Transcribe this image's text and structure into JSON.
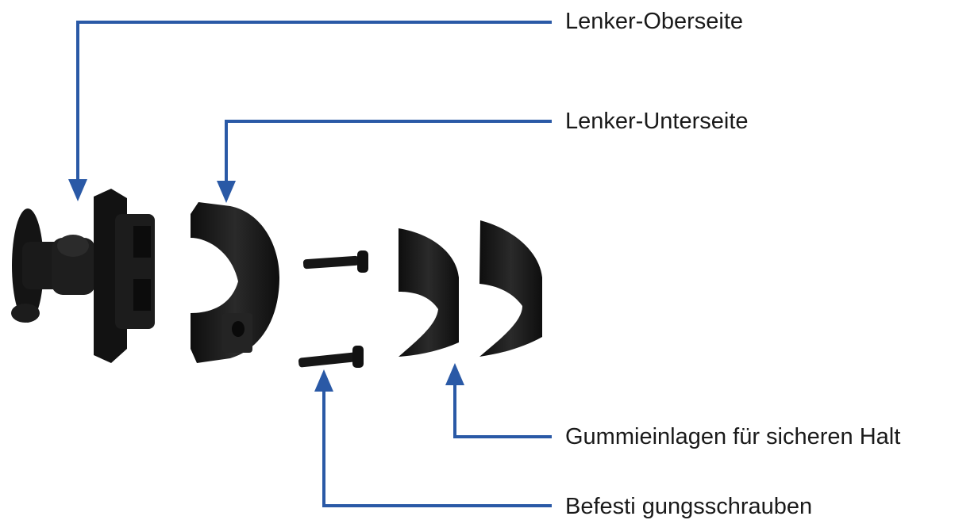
{
  "colors": {
    "leader_line": "#2a59a6",
    "part": "#151515",
    "part_shade": "#2c2c2c",
    "background": "#ffffff"
  },
  "labels": {
    "handlebar_top": "Lenker-Oberseite",
    "handlebar_bottom": "Lenker-Unterseite",
    "rubber_inserts": "Gummieinlagen für sicheren Halt",
    "mounting_screws": "Befesti gungsschrauben"
  }
}
